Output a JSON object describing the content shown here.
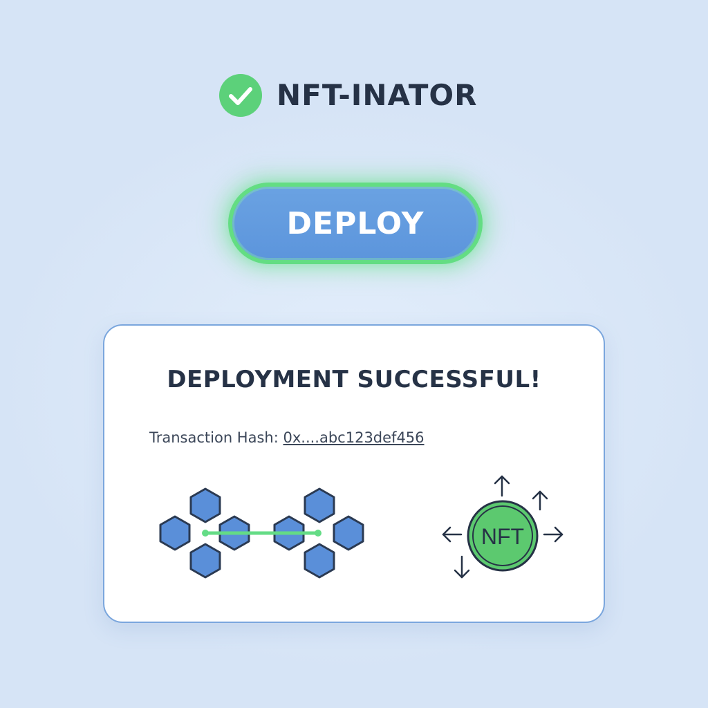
{
  "app": {
    "title": "NFT-INATOR",
    "status_icon": "check-circle-icon",
    "status_color": "#5cd17a"
  },
  "deploy": {
    "label": "DEPLOY",
    "fill_color": "#5f98dd",
    "glow_color": "#63dd83"
  },
  "result": {
    "title": "DEPLOYMENT SUCCESSFUL!",
    "tx_label": "Transaction Hash:",
    "tx_hash": "0x....abc123def456",
    "illustration_left": "blockchain-hexagon-icon",
    "illustration_right": "nft-coin-icon",
    "nft_label": "NFT"
  }
}
